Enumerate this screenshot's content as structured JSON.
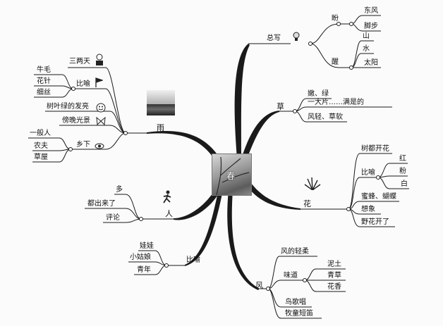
{
  "center": {
    "label": "春"
  },
  "branches": {
    "zongxie": {
      "label": "总写",
      "icon": "lightbulb-icon",
      "pan": {
        "label": "盼",
        "children": [
          "东风",
          "脚步"
        ]
      },
      "xing": {
        "label": "醒",
        "children": [
          "山",
          "水",
          "太阳"
        ]
      }
    },
    "cao": {
      "label": "草",
      "children": [
        "嫩、绿",
        "一大片……满是的",
        "风轻、草软"
      ]
    },
    "hua": {
      "label": "花",
      "icon": "plant-icon",
      "shudou": "树都开花",
      "biyu": {
        "label": "比喻",
        "children": [
          "红",
          "粉",
          "白"
        ]
      },
      "others": [
        "蜜蜂、蝴蝶",
        "想象",
        "野花开了"
      ]
    },
    "feng": {
      "label": "风",
      "fengde": "风的轻柔",
      "weidao": {
        "label": "味道",
        "children": [
          "泥土",
          "青草",
          "花香"
        ]
      },
      "niao": "鸟歌唱",
      "mutong": "牧童短笛"
    },
    "ren": {
      "label": "人",
      "icon": "running-person-icon",
      "children": [
        "多",
        "都出来了",
        "评论"
      ],
      "biyu": {
        "label": "比喻",
        "children": [
          "娃娃",
          "小姑娘",
          "青年"
        ]
      }
    },
    "yu": {
      "label": "雨",
      "sanliang": {
        "label": "三两天",
        "icon": "person-icon"
      },
      "biyu": {
        "label": "比喻",
        "icon": "flag-icon",
        "children": [
          "牛毛",
          "花针",
          "细丝"
        ]
      },
      "shuye": {
        "label": "树叶绿的发亮",
        "icon": "smiley-icon"
      },
      "bangwan": {
        "label": "傍晚光景",
        "icon": "butterfly-icon"
      },
      "xiaxia": {
        "label": "乡下",
        "icon": "eye-icon",
        "children": [
          "一般人",
          "农夫",
          "草屋"
        ]
      }
    }
  },
  "colors": {
    "line": "#1a1a1a",
    "background": "#fbfbfb"
  }
}
